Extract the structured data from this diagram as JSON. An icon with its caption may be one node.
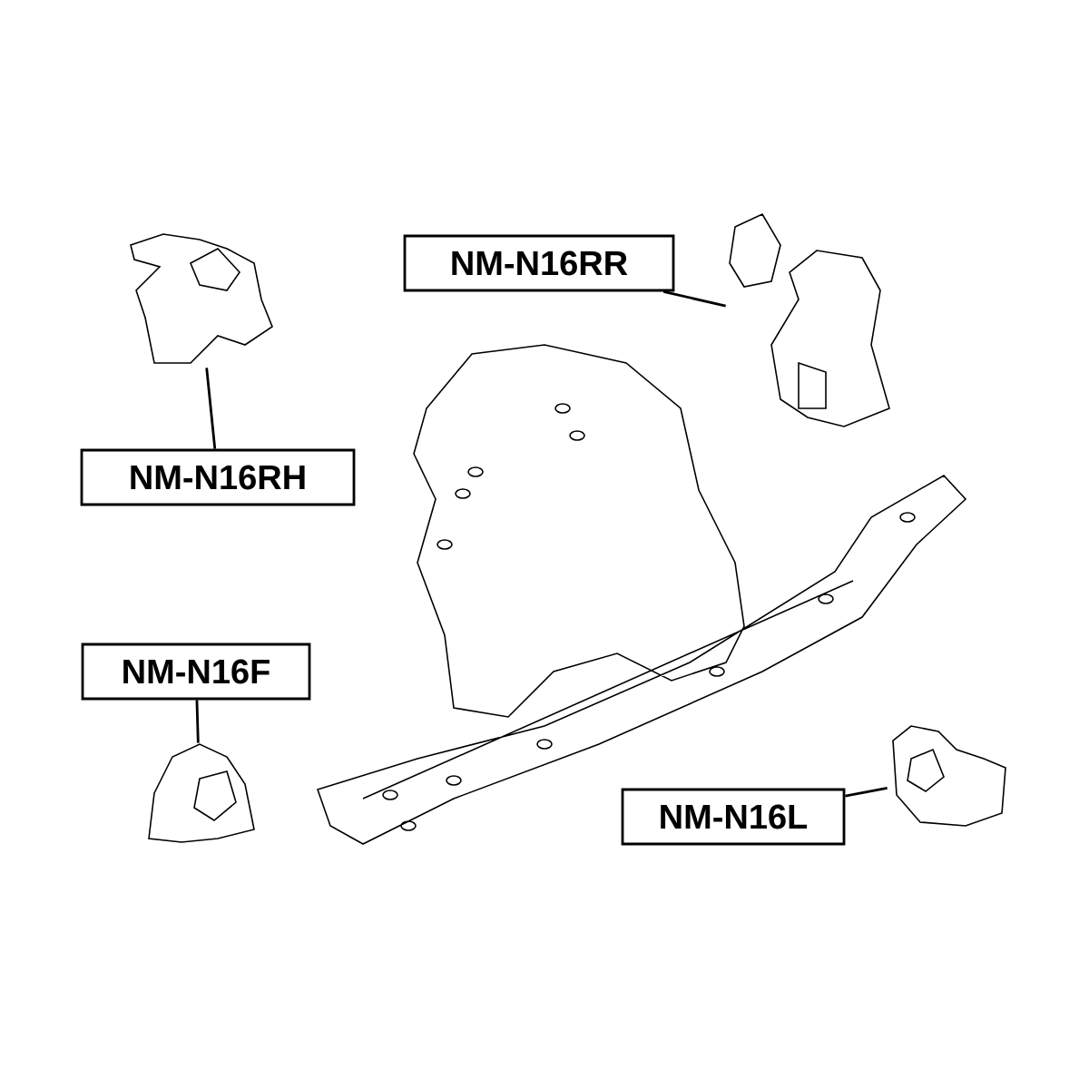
{
  "diagram": {
    "nodes": [
      {
        "text": [
          "NM-N16RR"
        ]
      },
      {
        "text": [],
        "shape": "picture"
      },
      {
        "text": [],
        "shape": "picture"
      },
      {
        "text": [
          "NM-N16RH"
        ]
      },
      {
        "text": [
          "NM-N16F"
        ]
      },
      {
        "text": [],
        "shape": "picture"
      },
      {
        "text": [],
        "shape": "picture"
      },
      {
        "text": [
          "NM-N16L"
        ]
      }
    ],
    "edges": [
      {
        "from": 0,
        "to": 1,
        "arrow": "none"
      },
      {
        "from": 3,
        "to": 2,
        "arrow": "none"
      },
      {
        "from": 4,
        "to": 5,
        "arrow": "none"
      },
      {
        "from": 7,
        "to": 6,
        "arrow": "none"
      }
    ]
  }
}
